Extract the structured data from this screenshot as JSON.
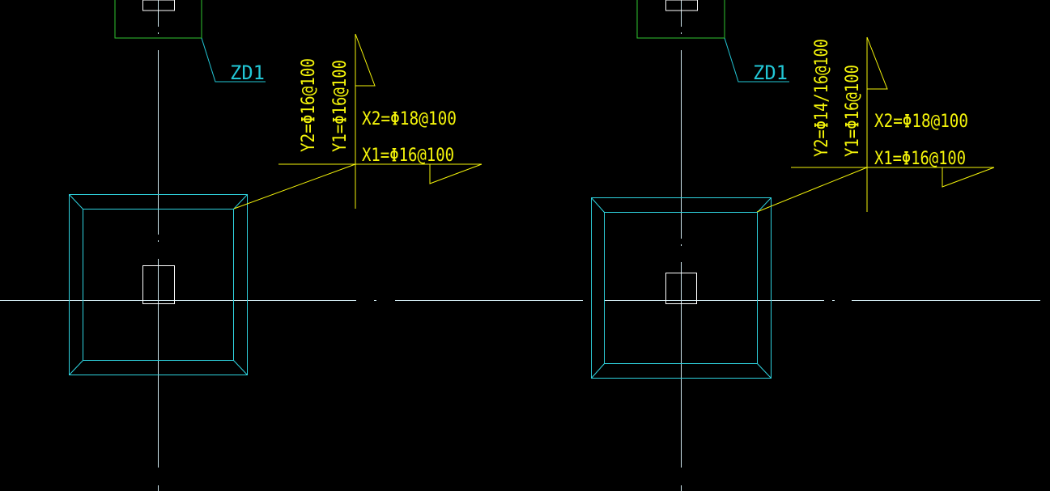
{
  "colors": {
    "background": "#000000",
    "axis": "#cfe7ee",
    "footing": "#2fd3df",
    "column": "#ffffff",
    "label": "#22c7d6",
    "rebar": "#f5f50a",
    "cap": "#2fc32f"
  },
  "left": {
    "name": "ZD1",
    "y2": "Y2=Φ16@100",
    "y1": "Y1=Φ16@100",
    "x2": "X2=Φ18@100",
    "x1": "X1=Φ16@100"
  },
  "right": {
    "name": "ZD1",
    "y2": "Y2=Φ14/16@100",
    "y1": "Y1=Φ16@100",
    "x2": "X2=Φ18@100",
    "x1": "X1=Φ16@100"
  }
}
